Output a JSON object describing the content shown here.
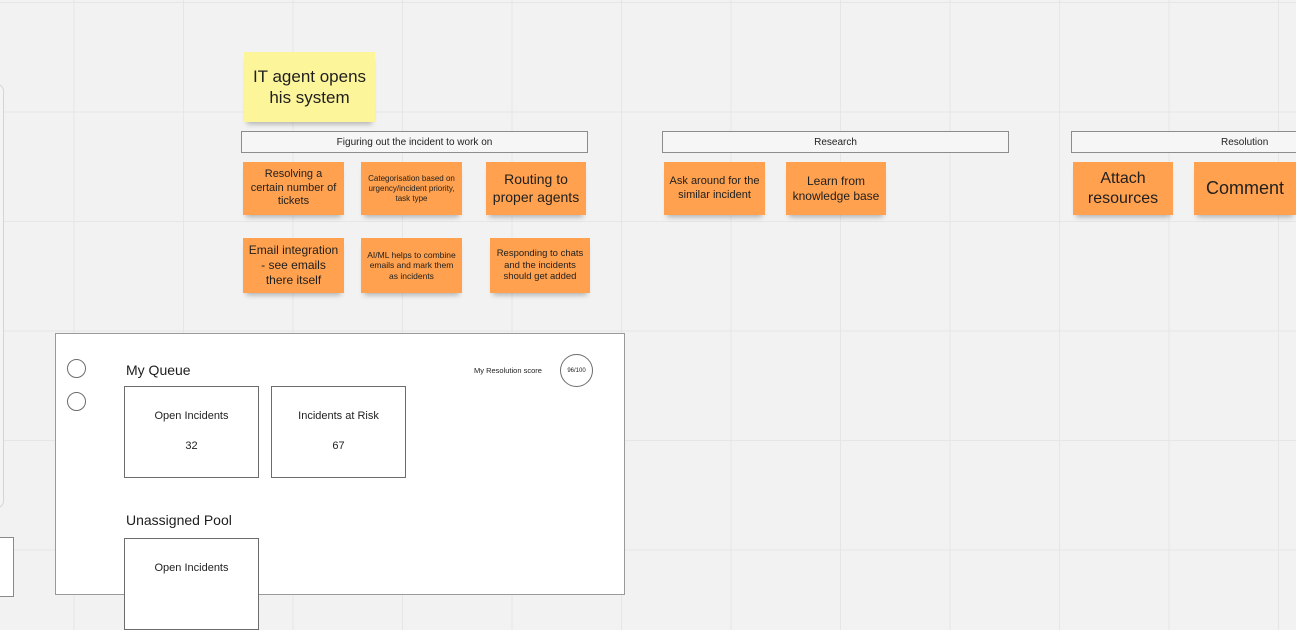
{
  "intro_note": "IT agent opens his system",
  "lanes": [
    {
      "title": "Figuring out the incident to work on",
      "notes": [
        "Resolving a certain number of tickets",
        "Categorisation based on urgency/incident priority, task type",
        "Routing to proper agents",
        "Email integration - see emails there itself",
        "AI/ML helps to combine emails and mark them as incidents",
        "Responding to chats and the incidents should get added"
      ]
    },
    {
      "title": "Research",
      "notes": [
        "Ask around for the similar incident",
        "Learn from knowledge base"
      ]
    },
    {
      "title": "Resolution",
      "notes": [
        "Attach resources",
        "Comment"
      ]
    }
  ],
  "wireframe": {
    "my_queue": {
      "title": "My Queue",
      "score_label": "My Resolution score",
      "score_value": "96/100",
      "cards": [
        {
          "label": "Open Incidents",
          "value": "32"
        },
        {
          "label": "Incidents at Risk",
          "value": "67"
        }
      ]
    },
    "unassigned_pool": {
      "title": "Unassigned Pool",
      "cards": [
        {
          "label": "Open Incidents"
        }
      ]
    }
  },
  "colors": {
    "sticky_orange": "#ffa14e",
    "sticky_yellow": "#fdf59a",
    "canvas": "#f2f2f2"
  }
}
